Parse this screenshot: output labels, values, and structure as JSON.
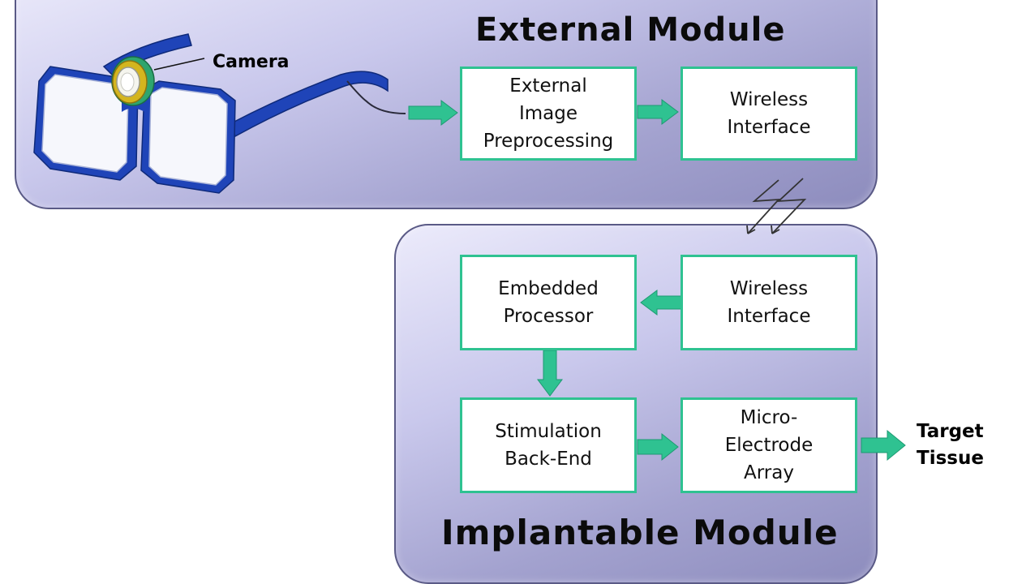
{
  "external_module": {
    "title": "External Module",
    "camera_label": "Camera",
    "blocks": {
      "image_preprocessing": "External\nImage\nPreprocessing",
      "wireless_interface": "Wireless\nInterface"
    }
  },
  "implantable_module": {
    "title": "Implantable Module",
    "blocks": {
      "wireless_interface": "Wireless\nInterface",
      "embedded_processor": "Embedded\nProcessor",
      "stimulation_back_end": "Stimulation\nBack-End",
      "micro_electrode_array": "Micro-\nElectrode\nArray"
    }
  },
  "output_label": "Target\nTissue",
  "colors": {
    "arrow": "#2fc291",
    "block_border": "#2fc291",
    "glasses_frame": "#1f44b8",
    "camera_ring": "#d4b51e"
  },
  "icons": [
    "glasses-icon",
    "camera-icon",
    "wireless-link-icon"
  ]
}
